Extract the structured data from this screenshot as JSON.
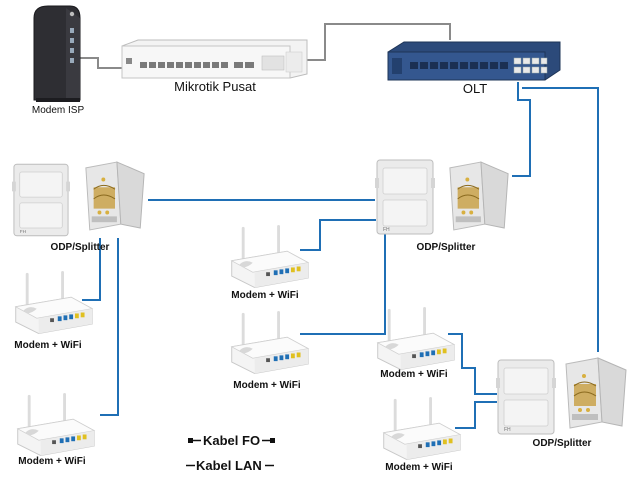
{
  "colors": {
    "fiber": "#1f6fb5",
    "lan": "#8a8a8a",
    "olt_body": "#2c4a7a",
    "modem_body": "#2e2e33"
  },
  "devices": {
    "modem_isp": {
      "label": "Modem ISP",
      "icon": "isp-modem-icon"
    },
    "mikrotik": {
      "label": "Mikrotik Pusat",
      "icon": "router-rack-icon"
    },
    "olt": {
      "label": "OLT",
      "icon": "olt-switch-icon"
    }
  },
  "odps": [
    {
      "label": "ODP/Splitter",
      "icon": "odp-box-icon"
    },
    {
      "label": "ODP/Splitter",
      "icon": "odp-box-icon"
    },
    {
      "label": "ODP/Splitter",
      "icon": "odp-box-icon"
    }
  ],
  "routers": [
    {
      "label": "Modem + WiFi",
      "icon": "wifi-router-icon"
    },
    {
      "label": "Modem + WiFi",
      "icon": "wifi-router-icon"
    },
    {
      "label": "Modem + WiFi",
      "icon": "wifi-router-icon"
    },
    {
      "label": "Modem + WiFi",
      "icon": "wifi-router-icon"
    },
    {
      "label": "Modem + WiFi",
      "icon": "wifi-router-icon"
    },
    {
      "label": "Modem + WiFi",
      "icon": "wifi-router-icon"
    }
  ],
  "legend": {
    "fo_label": "Kabel FO",
    "lan_label": "Kabel LAN"
  }
}
